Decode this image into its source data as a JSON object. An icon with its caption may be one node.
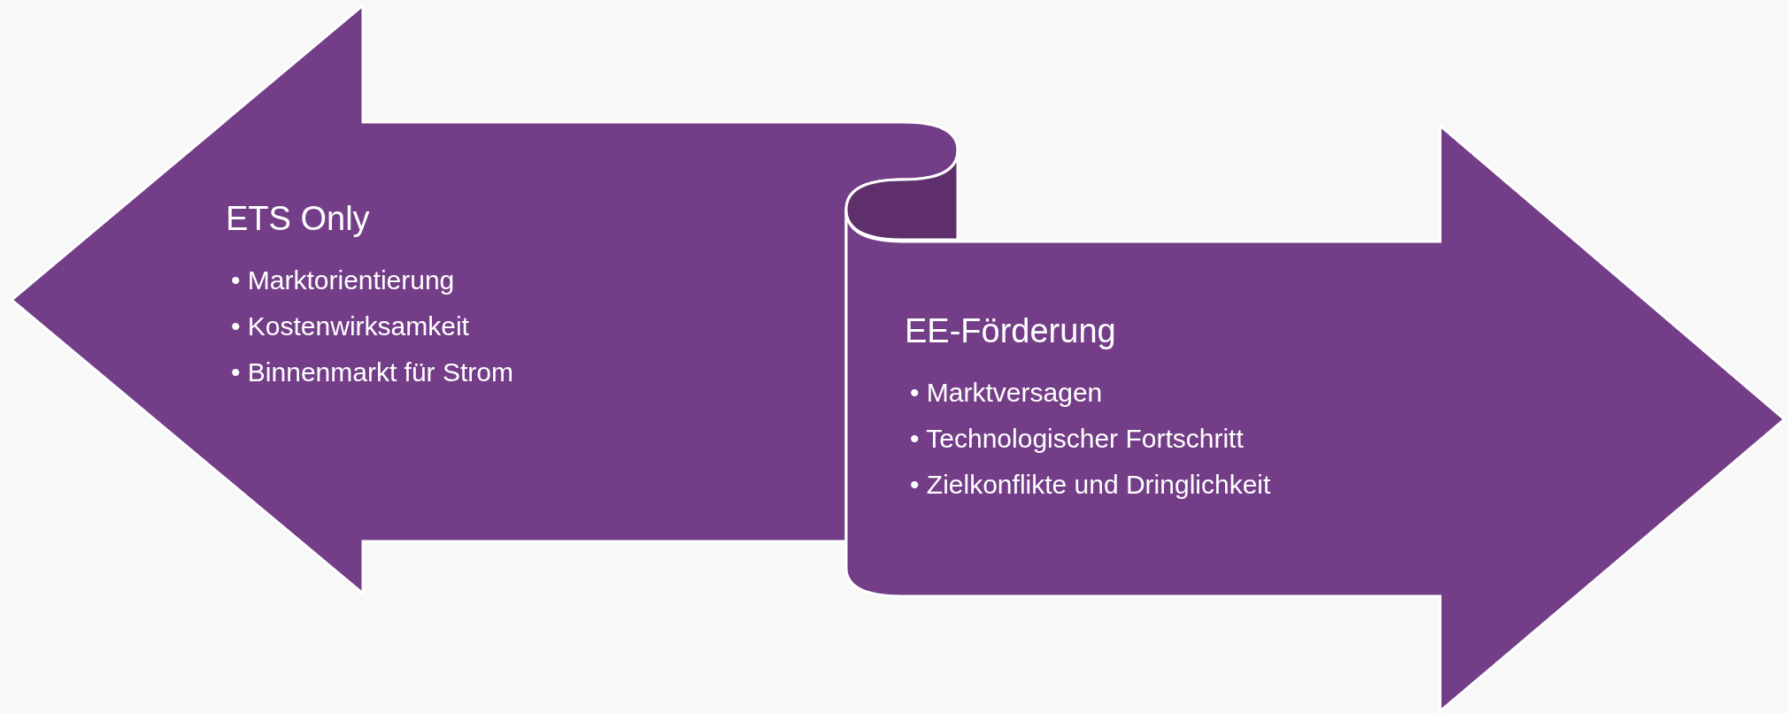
{
  "diagram": {
    "nodes": [
      {
        "text": [
          "ETS Only",
          "• Marktorientierung",
          "• Kostenwirksamkeit",
          "• Binnenmarkt für Strom"
        ]
      },
      {
        "text": [
          "EE-Förderung",
          "• Marktversagen",
          "• Technologischer Fortschritt",
          "• Zielkonflikte und Dringlichkeit"
        ]
      }
    ]
  }
}
